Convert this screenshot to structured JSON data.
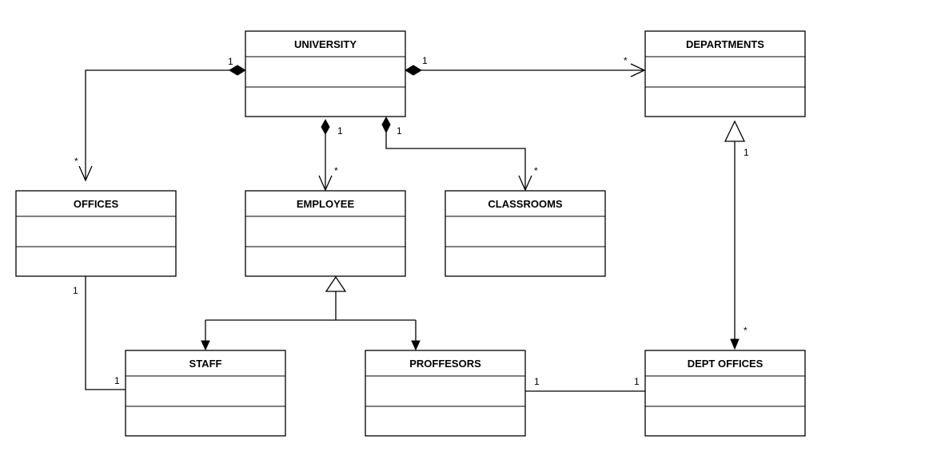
{
  "classes": {
    "university": "UNIVERSITY",
    "departments": "DEPARTMENTS",
    "offices": "OFFICES",
    "employee": "EMPLOYEE",
    "classrooms": "CLASSROOMS",
    "staff": "STAFF",
    "proffesors": "PROFFESORS",
    "dept_offices": "DEPT OFFICES"
  },
  "multiplicities": {
    "uni_offices_src": "1",
    "uni_offices_dst": "*",
    "uni_departments_src": "1",
    "uni_departments_dst": "*",
    "uni_employee_src": "1",
    "uni_employee_dst": "*",
    "uni_classrooms_src": "1",
    "uni_classrooms_dst": "*",
    "departments_deptoffices_src": "1",
    "departments_deptoffices_dst": "*",
    "offices_staff_src": "1",
    "offices_staff_dst": "1",
    "proffesors_deptoffices_src": "1",
    "proffesors_deptoffices_dst": "1"
  }
}
